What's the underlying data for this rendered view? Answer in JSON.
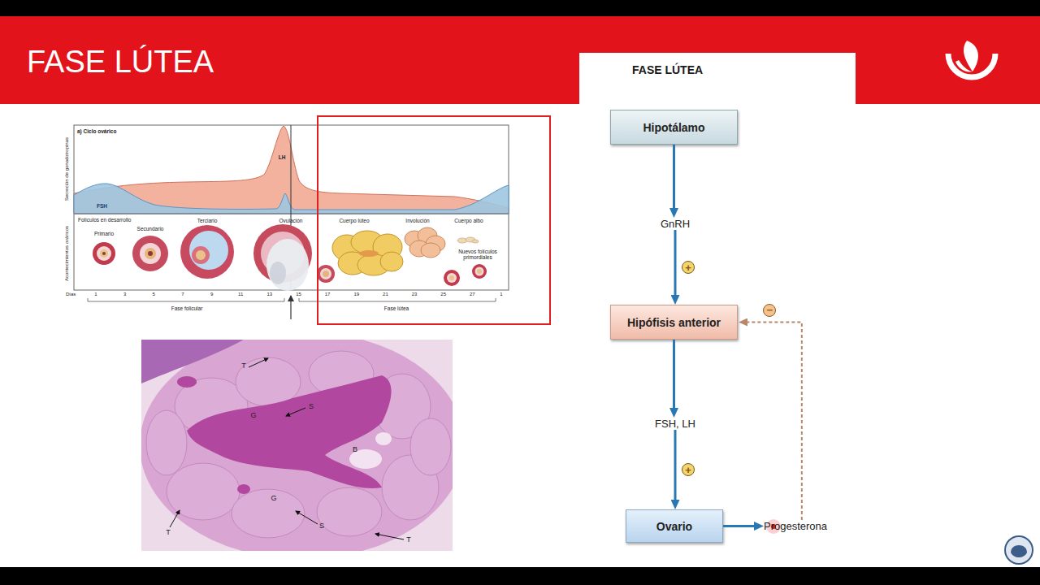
{
  "diagram": {
    "title": "FASE LÚTEA",
    "nodes": [
      {
        "text": [
          "Hipotálamo"
        ]
      },
      {
        "text": [
          "GnRH"
        ]
      },
      {
        "text": [
          "Hipófisis anterior"
        ]
      },
      {
        "text": [
          "FSH, LH"
        ]
      },
      {
        "text": [
          "Ovario"
        ]
      },
      {
        "text": [
          "Progesterona"
        ]
      }
    ],
    "edges": [
      {
        "from": 0,
        "to": 1,
        "arrow": "to"
      },
      {
        "from": 1,
        "to": 2,
        "label": "+",
        "arrow": "to"
      },
      {
        "from": 2,
        "to": 3,
        "arrow": "to"
      },
      {
        "from": 3,
        "to": 4,
        "label": "+",
        "arrow": "to"
      },
      {
        "from": 4,
        "to": 5,
        "arrow": "to"
      },
      {
        "from": 5,
        "to": 2,
        "label": "−",
        "arrow": "to"
      }
    ],
    "labels": [
      "FASE LÚTEA",
      "a) Ciclo ovárico",
      "Secreción de gonadotropinas",
      "LH",
      "FSH",
      "Acontecimientos ováricos",
      "Folículos en desarrollo",
      "Primario",
      "Secundario",
      "Terciario",
      "Ovulación",
      "Cuerpo lúteo",
      "Involución",
      "Cuerpo albo",
      "Nuevos folículos primordiales",
      "Días",
      "1",
      "3",
      "5",
      "7",
      "9",
      "11",
      "13",
      "15",
      "17",
      "19",
      "21",
      "23",
      "25",
      "27",
      "1",
      "Fase folicular",
      "Fase lútea",
      "T",
      "G",
      "S",
      "B",
      "G",
      "S",
      "T",
      "T"
    ]
  }
}
